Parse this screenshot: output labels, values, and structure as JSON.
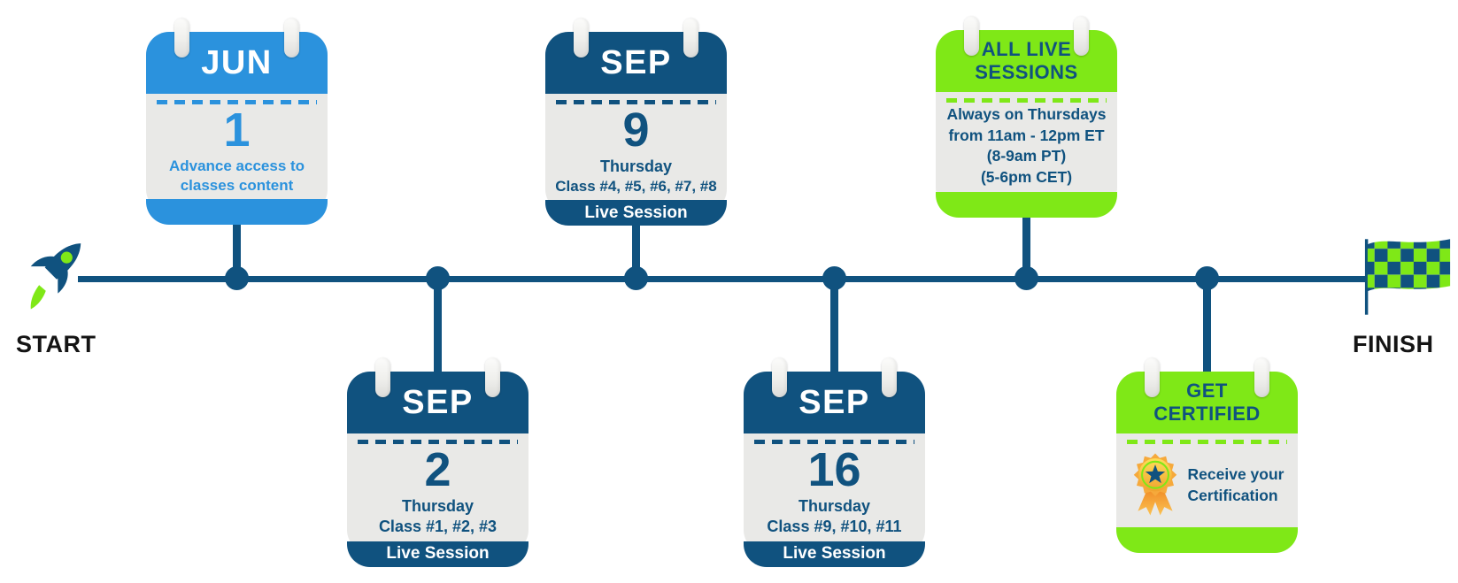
{
  "colors": {
    "navy": "#10527F",
    "bright_blue": "#2B92DD",
    "green": "#7FE817",
    "card_gray": "#E9E9E7",
    "label_black": "#141414"
  },
  "timeline": {
    "start_label": "START",
    "finish_label": "FINISH",
    "start_icon": "rocket-icon",
    "finish_icon": "checkered-flag-icon"
  },
  "cards": [
    {
      "name": "jun-1",
      "variant": "blue",
      "row": "top",
      "header_lines": [
        "JUN"
      ],
      "day": "1",
      "body_lines": [
        "Advance access to",
        "classes content"
      ],
      "footer_label": ""
    },
    {
      "name": "sep-2",
      "variant": "navy",
      "row": "bottom",
      "header_lines": [
        "SEP"
      ],
      "day": "2",
      "body_lines": [
        "Thursday",
        "Class #1, #2, #3"
      ],
      "footer_label": "Live Session"
    },
    {
      "name": "sep-9",
      "variant": "navy",
      "row": "top",
      "header_lines": [
        "SEP"
      ],
      "day": "9",
      "body_lines": [
        "Thursday",
        "Class #4, #5, #6, #7, #8"
      ],
      "footer_label": "Live Session"
    },
    {
      "name": "sep-16",
      "variant": "navy",
      "row": "bottom",
      "header_lines": [
        "SEP"
      ],
      "day": "16",
      "body_lines": [
        "Thursday",
        "Class #9, #10, #11"
      ],
      "footer_label": "Live Session"
    },
    {
      "name": "all-live-sessions",
      "variant": "green",
      "row": "top",
      "header_lines": [
        "ALL LIVE",
        "SESSIONS"
      ],
      "day": "",
      "body_lines": [
        "Always on Thursdays",
        "from 11am - 12pm ET",
        "(8-9am PT)",
        "(5-6pm CET)"
      ],
      "footer_label": ""
    },
    {
      "name": "get-certified",
      "variant": "green",
      "row": "bottom",
      "header_lines": [
        "GET",
        "CERTIFIED"
      ],
      "day": "",
      "body_lines": [
        "Receive your",
        "Certification"
      ],
      "footer_label": ""
    }
  ]
}
